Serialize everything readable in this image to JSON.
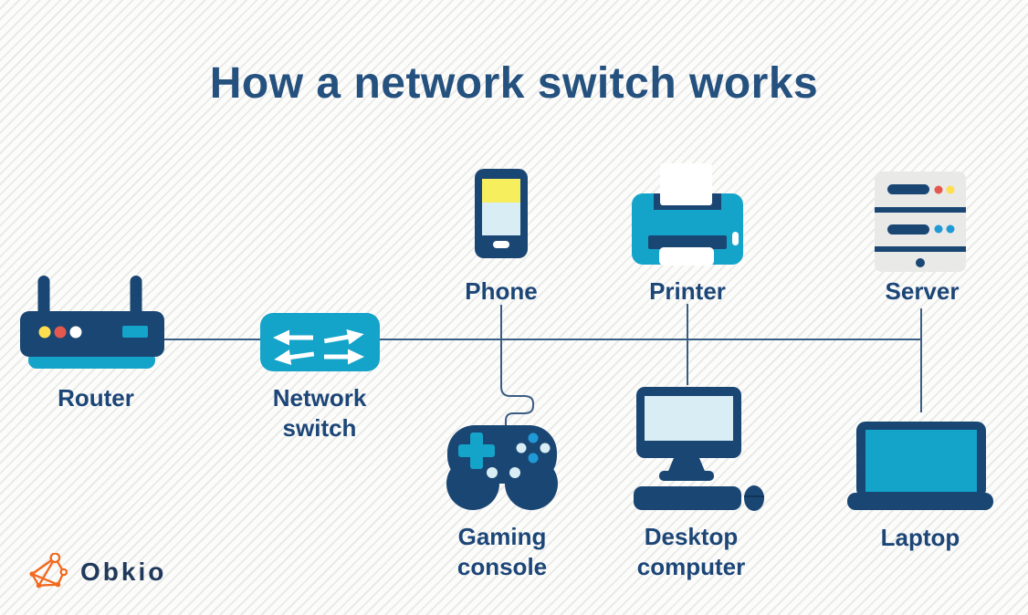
{
  "title": "How a network switch works",
  "devices": {
    "router": {
      "label": "Router"
    },
    "switch": {
      "label": "Network switch"
    },
    "phone": {
      "label": "Phone"
    },
    "printer": {
      "label": "Printer"
    },
    "server": {
      "label": "Server"
    },
    "console": {
      "label": "Gaming console"
    },
    "desktop": {
      "label": "Desktop computer"
    },
    "laptop": {
      "label": "Laptop"
    }
  },
  "logo": {
    "text": "Obkio"
  },
  "colors": {
    "navy": "#1a4673",
    "teal": "#14a3c9",
    "lightblue": "#d8eef4",
    "yellow": "#f7ee5e",
    "dotyellow": "#ffdf4d",
    "dotred": "#e4584f",
    "dotblue": "#1f9ad6",
    "servergray": "#e9e9e7",
    "line": "#3a5d83",
    "orange": "#f2691d",
    "label": "#1c4677",
    "title": "#25517f",
    "bg": "#fcfcfb",
    "stripe": "#eaeae8"
  }
}
